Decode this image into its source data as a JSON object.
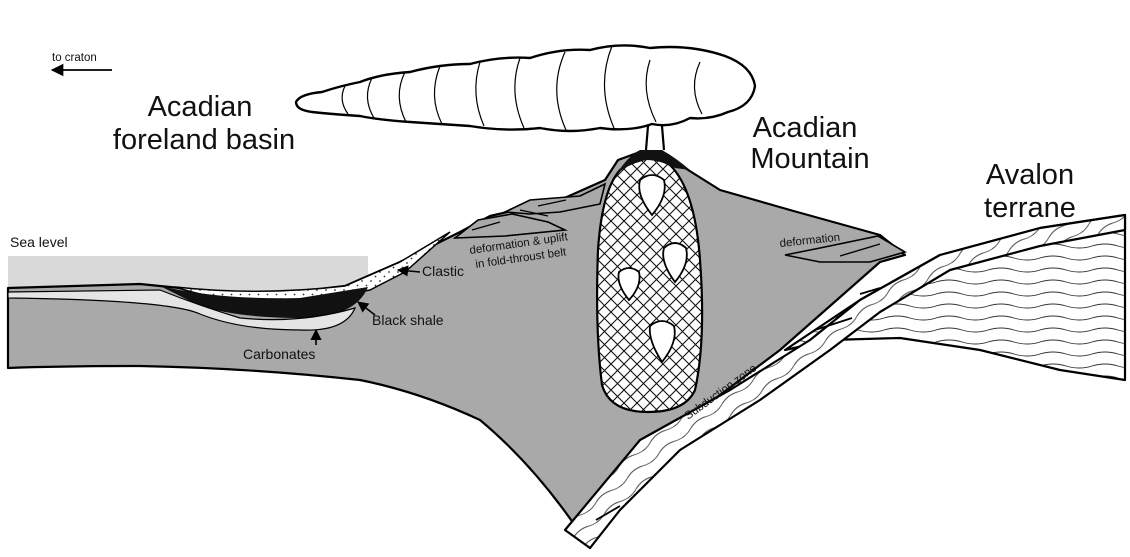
{
  "labels": {
    "to_craton": "to craton",
    "basin_line1": "Acadian",
    "basin_line2": "foreland basin",
    "mountain_line1": "Acadian",
    "mountain_line2": "Mountain",
    "avalon_line1": "Avalon",
    "avalon_line2": "terrane",
    "sea_level": "Sea level",
    "clastic": "Clastic",
    "black_shale": "Black shale",
    "carbonates": "Carbonates",
    "deform_uplift_line1": "deformation & uplift",
    "deform_uplift_line2": "in fold-throust belt",
    "deformation": "deformation",
    "subduction": "Subduction zone"
  },
  "colors": {
    "crust_gray": "#a9a9a9",
    "sea_gray": "#d9d9d9",
    "black_shale": "#111111",
    "outline": "#000000",
    "background": "#ffffff"
  }
}
